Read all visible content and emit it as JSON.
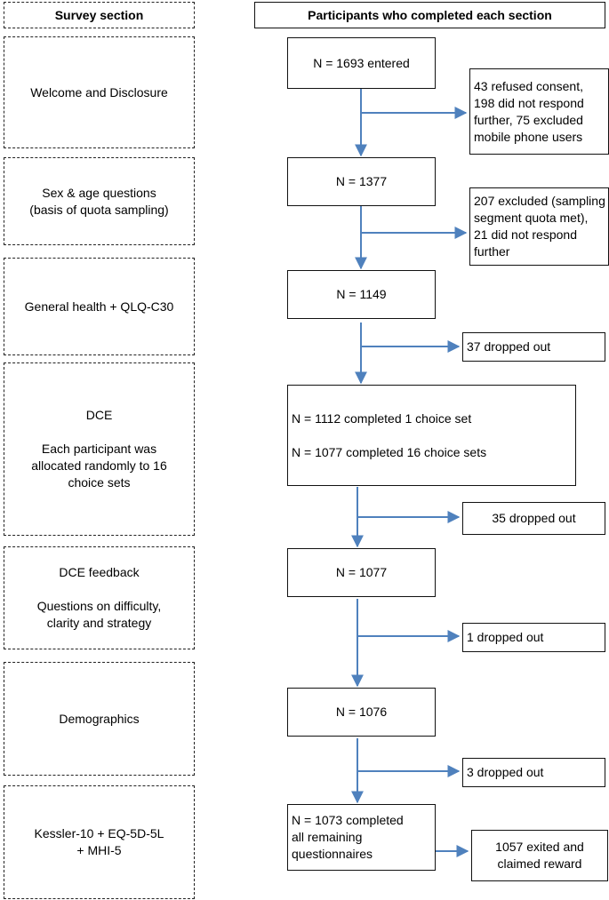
{
  "headers": {
    "survey_section": "Survey section",
    "participants": "Participants who completed each section"
  },
  "sections": [
    {
      "lines": [
        "Welcome and Disclosure"
      ]
    },
    {
      "lines": [
        "Sex & age questions",
        "(basis of quota sampling)"
      ]
    },
    {
      "lines": [
        "General health + QLQ-C30"
      ]
    },
    {
      "lines": [
        "DCE",
        "",
        "Each participant was",
        "allocated randomly to 16",
        "choice sets"
      ]
    },
    {
      "lines": [
        "DCE feedback",
        "",
        "Questions on difficulty,",
        "clarity and strategy"
      ]
    },
    {
      "lines": [
        "Demographics"
      ]
    },
    {
      "lines": [
        "Kessler-10 + EQ-5D-5L",
        "+ MHI-5"
      ]
    }
  ],
  "counts": [
    {
      "lines": [
        "N = 1693 entered"
      ]
    },
    {
      "lines": [
        "N = 1377"
      ]
    },
    {
      "lines": [
        "N = 1149"
      ]
    },
    {
      "lines": [
        "N = 1112 completed 1 choice set",
        "",
        "N = 1077 completed 16 choice sets"
      ]
    },
    {
      "lines": [
        "N = 1077"
      ]
    },
    {
      "lines": [
        "N = 1076"
      ]
    },
    {
      "lines": [
        "N = 1073 completed",
        "all remaining",
        "questionnaires"
      ]
    }
  ],
  "exclusions": [
    {
      "lines": [
        "43 refused consent,",
        "198 did not respond",
        "further, 75 excluded",
        "mobile phone users"
      ]
    },
    {
      "lines": [
        "207 excluded (sampling",
        "segment  quota met),",
        "21 did not respond",
        "further"
      ]
    },
    {
      "lines": [
        "37 dropped  out"
      ]
    },
    {
      "lines": [
        "35 dropped out"
      ]
    },
    {
      "lines": [
        "1 dropped out"
      ]
    },
    {
      "lines": [
        "3 dropped out"
      ]
    },
    {
      "lines": [
        "1057 exited and",
        "claimed reward"
      ]
    }
  ],
  "colors": {
    "arrow": "#4f81bd",
    "border": "#111111"
  }
}
